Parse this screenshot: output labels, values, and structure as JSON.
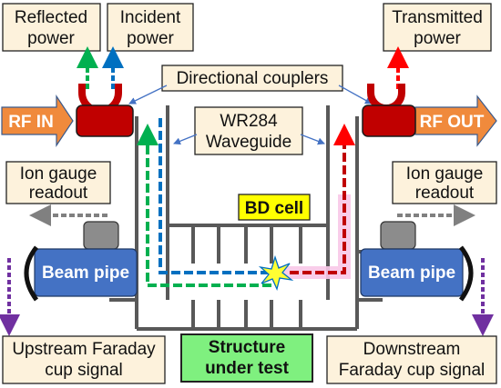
{
  "labels": {
    "reflected_power": [
      "Reflected",
      "power"
    ],
    "incident_power": [
      "Incident",
      "power"
    ],
    "transmitted_power": [
      "Transmitted",
      "power"
    ],
    "directional_couplers": "Directional couplers",
    "rf_in": "RF IN",
    "rf_out": "RF OUT",
    "waveguide": [
      "WR284",
      "Waveguide"
    ],
    "ion_gauge_left": [
      "Ion gauge",
      "readout"
    ],
    "ion_gauge_right": [
      "Ion gauge",
      "readout"
    ],
    "bd_cell": "BD cell",
    "beam_pipe_left": "Beam pipe",
    "beam_pipe_right": "Beam pipe",
    "upstream_faraday": [
      "Upstream Faraday",
      "cup signal"
    ],
    "downstream_faraday": [
      "Downstream",
      "Faraday cup signal"
    ],
    "structure_under_test": [
      "Structure",
      "under test"
    ]
  },
  "colors": {
    "label_box_fill": "#fdf2dc",
    "rf_arrow": "#f08a3c",
    "coupler": "#c00000",
    "beam_pipe": "#4472c4",
    "gauge": "#8c8c8c",
    "bd_cell_fill": "#ffff00",
    "structure_fill": "#7ff07f",
    "reflected": "#00b050",
    "incident": "#0070c0",
    "transmitted": "#ff0000",
    "ion_readout": "#808080",
    "faraday": "#7030a0",
    "loop_ring": "#c00000",
    "pink_glow": "#f8c8e8"
  }
}
